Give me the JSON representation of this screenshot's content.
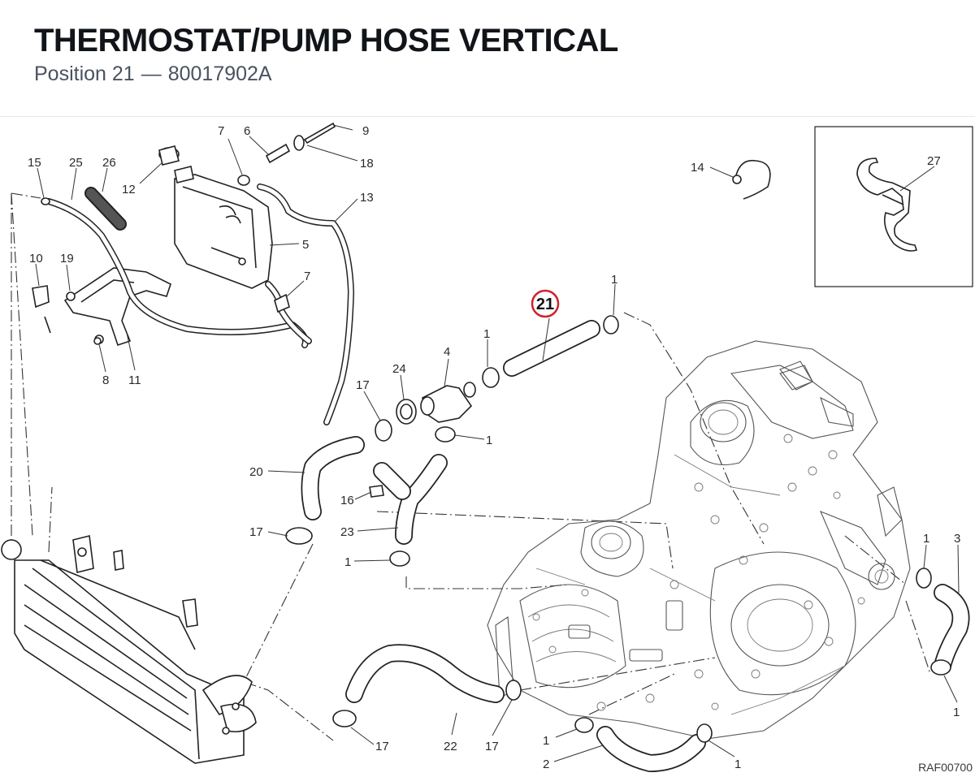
{
  "header": {
    "title": "THERMOSTAT/PUMP HOSE VERTICAL",
    "position_label": "Position 21",
    "dash": "—",
    "part_number": "80017902A"
  },
  "diagram": {
    "reference_code": "RAF00700",
    "highlighted_callout": "21",
    "highlight_color": "#d0202e",
    "callouts": {
      "c1a": "1",
      "c1b": "1",
      "c1c": "1",
      "c1d": "1",
      "c1e": "1",
      "c1f": "1",
      "c1g": "1",
      "c1h": "1",
      "c2": "2",
      "c3": "3",
      "c4": "4",
      "c5": "5",
      "c6": "6",
      "c7a": "7",
      "c7b": "7",
      "c8": "8",
      "c9": "9",
      "c10": "10",
      "c11": "11",
      "c12": "12",
      "c13": "13",
      "c14": "14",
      "c15": "15",
      "c16": "16",
      "c17a": "17",
      "c17b": "17",
      "c17c": "17",
      "c17d": "17",
      "c18": "18",
      "c19": "19",
      "c20": "20",
      "c22": "22",
      "c23": "23",
      "c24": "24",
      "c25": "25",
      "c26": "26",
      "c27": "27"
    }
  }
}
